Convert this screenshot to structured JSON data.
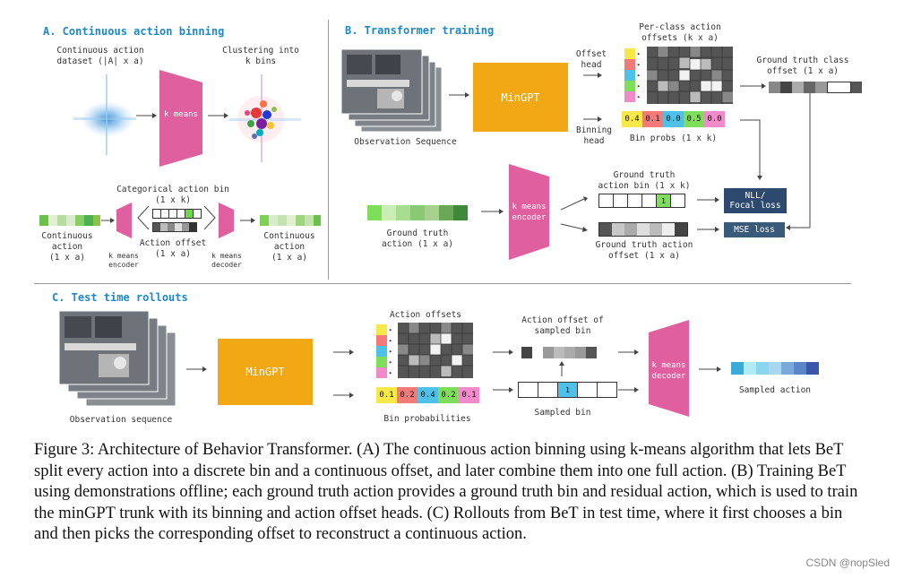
{
  "sections": {
    "a": {
      "title": "A. Continuous action binning",
      "dataset_label_1": "Continuous action",
      "dataset_label_2": "dataset (|A| x a)",
      "kmeans_label": "k means",
      "cluster_label_1": "Clustering into",
      "cluster_label_2": "k bins",
      "cat_bin_1": "Categorical action bin",
      "cat_bin_2": "(1 x k)",
      "cont_action_left_1": "Continuous",
      "cont_action_left_2": "action",
      "cont_action_left_3": "(1 x a)",
      "encoder_1": "k means",
      "encoder_2": "encoder",
      "offset_1": "Action offset",
      "offset_2": "(1 x a)",
      "decoder_1": "k means",
      "decoder_2": "decoder",
      "cont_action_right_1": "Continuous",
      "cont_action_right_2": "action",
      "cont_action_right_3": "(1 x a)"
    },
    "b": {
      "title": "B. Transformer training",
      "obs_seq": "Observation Sequence",
      "mingpt": "MinGPT",
      "offset_head_1": "Offset",
      "offset_head_2": "head",
      "binning_head_1": "Binning",
      "binning_head_2": "head",
      "per_class_1": "Per-class action",
      "per_class_2": "offsets (k x a)",
      "bin_probs": [
        "0.4",
        "0.1",
        "0.0",
        "0.5",
        "0.0"
      ],
      "bin_probs_label": "Bin probs (1 x k)",
      "gt_class_1": "Ground truth class",
      "gt_class_2": "offset (1 x a)",
      "gt_action_1": "Ground truth",
      "gt_action_2": "action (1 x a)",
      "kmeans_enc_1": "k means",
      "kmeans_enc_2": "encoder",
      "gt_bin_1": "Ground truth",
      "gt_bin_2": "action bin (1 x k)",
      "gt_bin_value": "1",
      "gt_offset_1": "Ground truth action",
      "gt_offset_2": "offset (1 x a)",
      "nll_1": "NLL/",
      "nll_2": "Focal loss",
      "mse": "MSE loss"
    },
    "c": {
      "title": "C. Test time rollouts",
      "obs_seq": "Observation sequence",
      "mingpt": "MinGPT",
      "action_offsets": "Action offsets",
      "bin_probabilities": [
        "0.1",
        "0.2",
        "0.4",
        "0.2",
        "0.1"
      ],
      "bin_prob_label": "Bin probabilities",
      "offset_sampled_1": "Action offset of",
      "offset_sampled_2": "sampled bin",
      "sampled_bin_value": "1",
      "sampled_bin_label": "Sampled bin",
      "kmeans_dec_1": "k means",
      "kmeans_dec_2": "decoder",
      "sampled_action": "Sampled action"
    }
  },
  "caption": "Figure 3: Architecture of Behavior Transformer. (A) The continuous action binning using k-means algorithm that lets BeT split every action into a discrete bin and a continuous offset, and later combine them into one full action. (B) Training BeT using demonstrations offline; each ground truth action provides a ground truth bin and residual action, which is used to train the minGPT trunk with its binning and action offset heads. (C) Rollouts from BeT in test time, where it first chooses a bin and then picks the corresponding offset to reconstruct a continuous action.",
  "watermark": "CSDN @nopSled",
  "colors": {
    "title_blue": "#1e88c8",
    "pink": "#e0609f",
    "orange": "#f2a814",
    "dark_box": "#2d4a6e",
    "mse_box": "#3a5a7a",
    "bin_colors": [
      "#f7e84a",
      "#f47a7a",
      "#4fc0e8",
      "#7ede5a",
      "#f08ac8"
    ]
  }
}
